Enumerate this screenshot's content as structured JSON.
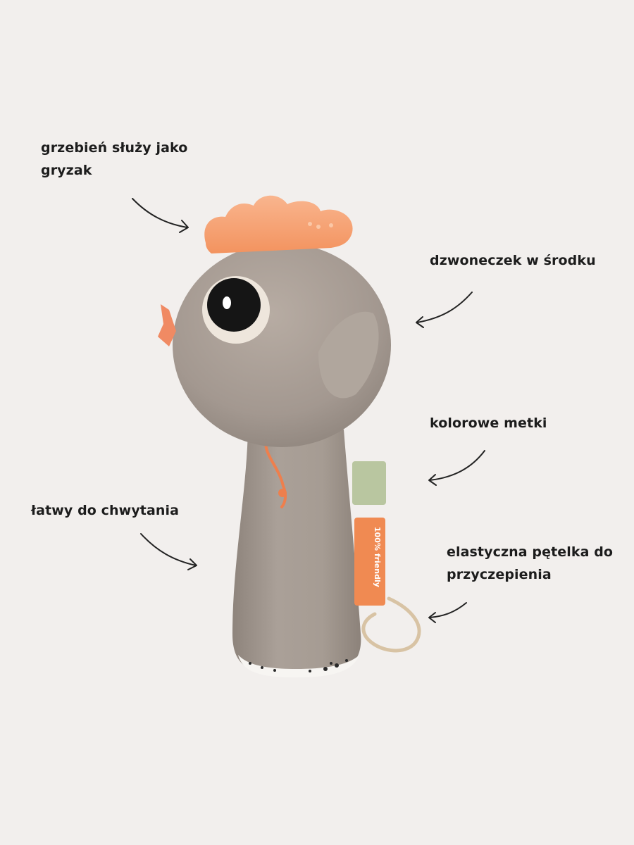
{
  "callouts": {
    "crest": {
      "line1": "grzebień służy jako",
      "line2": "gryzak"
    },
    "bell": {
      "line1": "dzwoneczek w środku"
    },
    "tags": {
      "line1": "kolorowe metki"
    },
    "grip": {
      "line1": "łatwy do chwytania"
    },
    "loop": {
      "line1": "elastyczna pętelka do",
      "line2": "przyczepienia"
    }
  },
  "product": {
    "tag_text": "100% friendly"
  },
  "colors": {
    "background": "#f2efed",
    "body": "#a89d94",
    "crest": "#f7a57a",
    "green_tag": "#b9c6a0",
    "orange_tag": "#f08a52"
  },
  "icons": [
    "arrow-icon",
    "rattle-toy-illustration"
  ]
}
